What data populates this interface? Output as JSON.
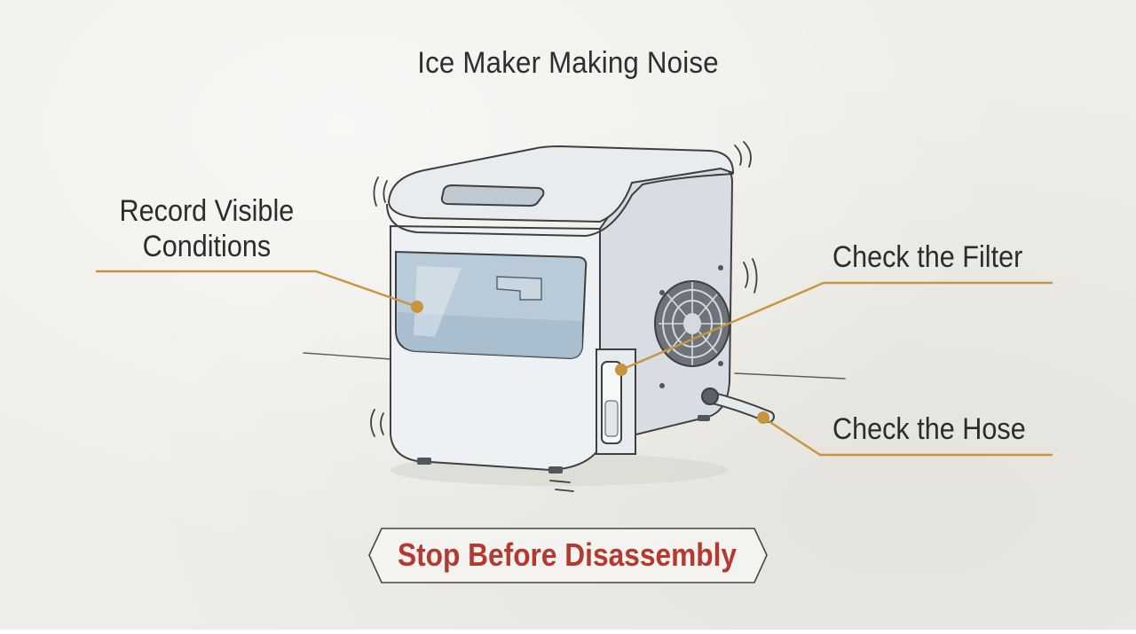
{
  "title": "Ice Maker Making Noise",
  "callouts": {
    "record_line1": "Record Visible",
    "record_line2": "Conditions",
    "filter": "Check the Filter",
    "hose": "Check the Hose"
  },
  "warning": "Stop Before Disassembly",
  "colors": {
    "leader": "#c8953f",
    "warning_text": "#b23a30",
    "outline": "#3f3f3f"
  }
}
